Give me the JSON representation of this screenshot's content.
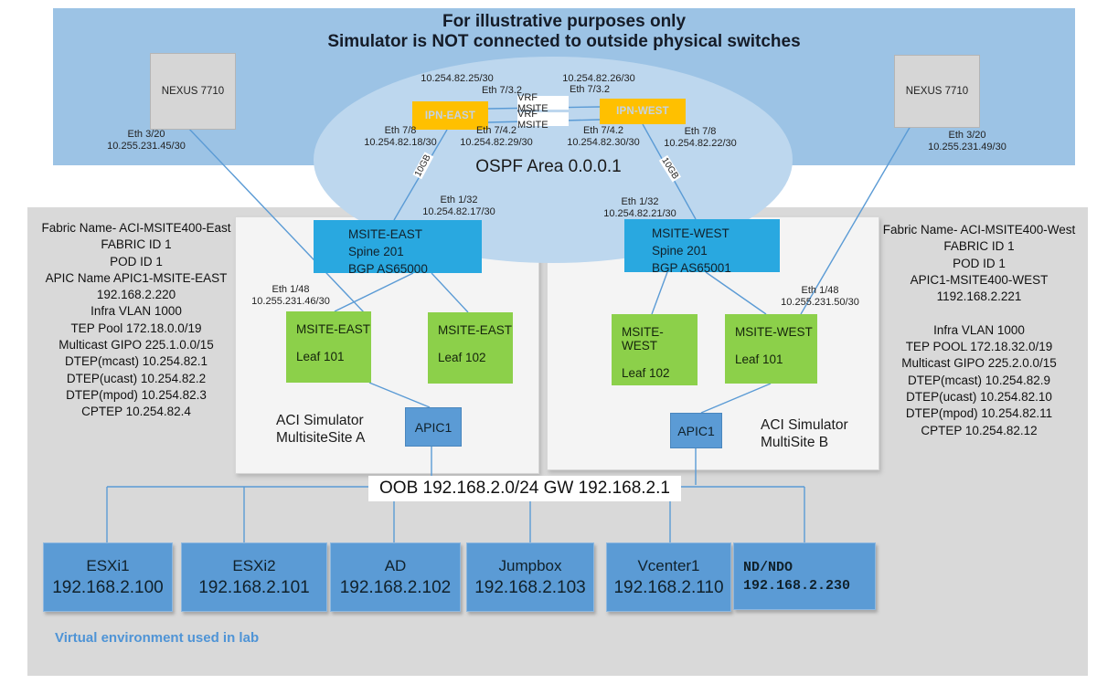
{
  "banner": {
    "title_line1": "For illustrative purposes only",
    "title_line2": "Simulator is NOT connected to outside physical switches"
  },
  "ospf_area_label": "OSPF Area 0.0.0.1",
  "colors": {
    "banner_blue": "#9CC3E5",
    "ellipse_blue": "#BDD7EE",
    "panel_gray": "#D9D9D9",
    "node_blue": "#5B9BD5",
    "spine_cyan": "#29A8E0",
    "leaf_green": "#8CD04A",
    "ipn_orange": "#FFC000",
    "wire_blue": "#5B9BD5"
  },
  "nexus": {
    "left": {
      "name": "NEXUS 7710",
      "port": "Eth 3/20",
      "ip": "10.255.231.45/30"
    },
    "right": {
      "name": "NEXUS 7710",
      "port": "Eth 3/20",
      "ip": "10.255.231.49/30"
    }
  },
  "ipn": {
    "east": {
      "name": "IPN-EAST"
    },
    "west": {
      "name": "IPN-WEST"
    },
    "link_top": {
      "east_ip": "10.254.82.25/30",
      "east_port": "Eth 7/3.2",
      "west_ip": "10.254.82.26/30",
      "west_port": "Eth 7/3.2"
    },
    "vrf_label_top": "VRF MSITE",
    "vrf_label_bottom": "VRF MSITE",
    "east_down": {
      "port": "Eth 7/8",
      "ip": "10.254.82.18/30"
    },
    "east_sub": {
      "port": "Eth 7/4.2",
      "ip": "10.254.82.29/30"
    },
    "west_sub": {
      "port": "Eth 7/4.2",
      "ip": "10.254.82.30/30"
    },
    "west_down": {
      "port": "Eth 7/8",
      "ip": "10.254.82.22/30"
    },
    "speed_east": "10GB",
    "speed_west": "10GB"
  },
  "spine_uplinks": {
    "east": {
      "port": "Eth 1/32",
      "ip": "10.254.82.17/30"
    },
    "west": {
      "port": "Eth 1/32",
      "ip": "10.254.82.21/30"
    }
  },
  "leaf_uplinks": {
    "east": {
      "port": "Eth 1/48",
      "ip": "10.255.231.46/30"
    },
    "west": {
      "port": "Eth 1/48",
      "ip": "10.255.231.50/30"
    }
  },
  "site_a": {
    "info": [
      "Fabric Name- ACI-MSITE400-East",
      "FABRIC ID 1",
      "POD ID 1",
      "APIC Name APIC1-MSITE-EAST",
      "192.168.2.220",
      "Infra VLAN 1000",
      "TEP Pool 172.18.0.0/19",
      "Multicast GIPO 225.1.0.0/15",
      "DTEP(mcast) 10.254.82.1",
      "DTEP(ucast) 10.254.82.2",
      "DTEP(mpod) 10.254.82.3",
      "CPTEP 10.254.82.4"
    ],
    "spine": {
      "line1": "MSITE-EAST",
      "line2": "Spine 201",
      "line3": "BGP AS65000"
    },
    "leaf101": {
      "line1": "MSITE-EAST",
      "line2": "Leaf 101"
    },
    "leaf102": {
      "line1": "MSITE-EAST",
      "line2": "Leaf 102"
    },
    "apic": "APIC1",
    "caption_line1": "ACI Simulator",
    "caption_line2": "MultisiteSite A"
  },
  "site_b": {
    "info": [
      "Fabric Name- ACI-MSITE400-West",
      "FABRIC ID 1",
      "POD ID 1",
      "APIC1-MSITE400-WEST",
      "1192.168.2.221",
      "",
      "Infra VLAN 1000",
      "TEP POOL 172.18.32.0/19",
      "Multicast GIPO 225.2.0.0/15",
      "DTEP(mcast) 10.254.82.9",
      "DTEP(ucast) 10.254.82.10",
      "DTEP(mpod) 10.254.82.11",
      "CPTEP 10.254.82.12"
    ],
    "spine": {
      "line1": "MSITE-WEST",
      "line2": "Spine 201",
      "line3": "BGP AS65001"
    },
    "leaf102": {
      "line1": "MSITE-WEST",
      "line2": "Leaf 102"
    },
    "leaf101": {
      "line1": "MSITE-WEST",
      "line2": "Leaf 101"
    },
    "apic": "APIC1",
    "caption_line1": "ACI Simulator",
    "caption_line2": "MultiSite B"
  },
  "oob_label": "OOB 192.168.2.0/24 GW 192.168.2.1",
  "servers": [
    {
      "name": "ESXi1",
      "ip": "192.168.2.100"
    },
    {
      "name": "ESXi2",
      "ip": "192.168.2.101"
    },
    {
      "name": "AD",
      "ip": "192.168.2.102"
    },
    {
      "name": "Jumpbox",
      "ip": "192.168.2.103"
    },
    {
      "name": "Vcenter1",
      "ip": "192.168.2.110"
    },
    {
      "name": "ND/NDO",
      "ip": "192.168.2.230"
    }
  ],
  "footer_note": "Virtual environment used in lab"
}
